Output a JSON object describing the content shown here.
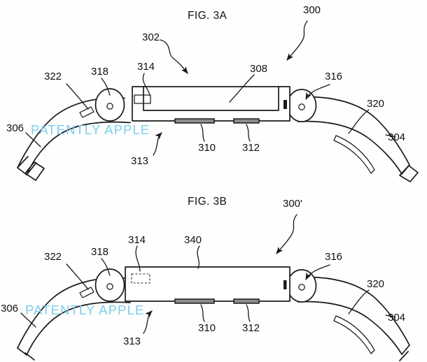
{
  "sheet": {
    "background_color": "#fefefe",
    "ink_color": "#1a1a1a",
    "watermark_color": "#7ecdeb"
  },
  "watermark": {
    "text": "PATENTLY APPLE",
    "color": "#7ecdeb"
  },
  "figures": [
    {
      "id": "fig-3a",
      "title": "FIG. 3A",
      "assembly_label": "300",
      "description": "Wearable device shown in open/flat configuration with band arms extended",
      "labels": [
        {
          "ref": "300",
          "name": "assembly-callout"
        },
        {
          "ref": "302",
          "name": "device-callout"
        },
        {
          "ref": "304",
          "name": "right-band-callout"
        },
        {
          "ref": "306",
          "name": "left-band-callout"
        },
        {
          "ref": "308",
          "name": "body-top-callout"
        },
        {
          "ref": "310",
          "name": "first-sensor-callout"
        },
        {
          "ref": "312",
          "name": "second-sensor-callout"
        },
        {
          "ref": "313",
          "name": "underside-callout"
        },
        {
          "ref": "314",
          "name": "connector-callout"
        },
        {
          "ref": "316",
          "name": "right-hinge-callout"
        },
        {
          "ref": "318",
          "name": "left-hinge-callout"
        },
        {
          "ref": "320",
          "name": "right-band-slot-callout"
        },
        {
          "ref": "322",
          "name": "left-band-slot-callout"
        }
      ]
    },
    {
      "id": "fig-3b",
      "title": "FIG. 3B",
      "assembly_label": "300'",
      "description": "Alternate wearable device with full-height housing body",
      "labels": [
        {
          "ref": "300'",
          "name": "assembly-callout"
        },
        {
          "ref": "304",
          "name": "right-band-callout"
        },
        {
          "ref": "306",
          "name": "left-band-callout"
        },
        {
          "ref": "310",
          "name": "first-sensor-callout"
        },
        {
          "ref": "312",
          "name": "second-sensor-callout"
        },
        {
          "ref": "313",
          "name": "underside-callout"
        },
        {
          "ref": "314",
          "name": "connector-callout"
        },
        {
          "ref": "316",
          "name": "right-hinge-callout"
        },
        {
          "ref": "318",
          "name": "left-hinge-callout"
        },
        {
          "ref": "320",
          "name": "right-band-slot-callout"
        },
        {
          "ref": "322",
          "name": "left-band-slot-callout"
        },
        {
          "ref": "340",
          "name": "housing-body-callout"
        }
      ]
    }
  ],
  "fig3a": {
    "title": "FIG. 3A",
    "ref_300": "300",
    "ref_302": "302",
    "ref_304": "304",
    "ref_306": "306",
    "ref_308": "308",
    "ref_310": "310",
    "ref_312": "312",
    "ref_313": "313",
    "ref_314": "314",
    "ref_316": "316",
    "ref_318": "318",
    "ref_320": "320",
    "ref_322": "322",
    "watermark": "PATENTLY APPLE"
  },
  "fig3b": {
    "title": "FIG. 3B",
    "ref_300p": "300'",
    "ref_304": "304",
    "ref_306": "306",
    "ref_310": "310",
    "ref_312": "312",
    "ref_313": "313",
    "ref_314": "314",
    "ref_316": "316",
    "ref_318": "318",
    "ref_320": "320",
    "ref_322": "322",
    "ref_340": "340",
    "watermark": "PATENTLY APPLE"
  }
}
